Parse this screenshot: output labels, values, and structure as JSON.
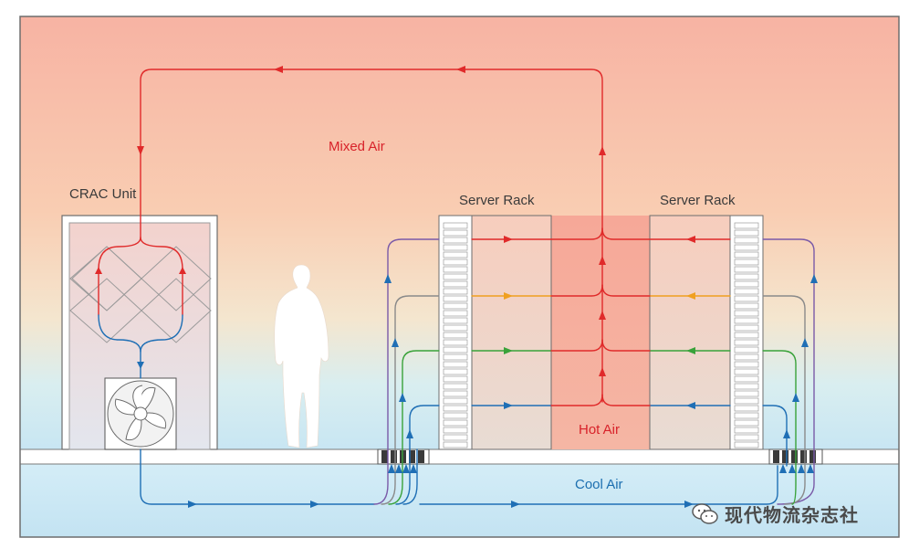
{
  "labels": {
    "crac_unit": "CRAC Unit",
    "mixed_air": "Mixed Air",
    "server_rack_left": "Server Rack",
    "server_rack_right": "Server Rack",
    "hot_air": "Hot Air",
    "cool_air": "Cool Air"
  },
  "watermark": {
    "text": "现代物流杂志社",
    "icon": "wechat-icon"
  },
  "colors": {
    "warm_top": "#f7b6a4",
    "warm_mid": "#f8d2b4",
    "cool_bottom": "#c9e6f2",
    "hot_air_flow": "#e02a2a",
    "cool_air_flow": "#1f6fb5",
    "orange_flow": "#f0a020",
    "green_flow": "#39a23a",
    "purple_flow": "#7a5aa8",
    "grey_flow": "#8a8a8a"
  },
  "icons": {
    "fan": "fan-icon",
    "person": "person-silhouette-icon"
  }
}
